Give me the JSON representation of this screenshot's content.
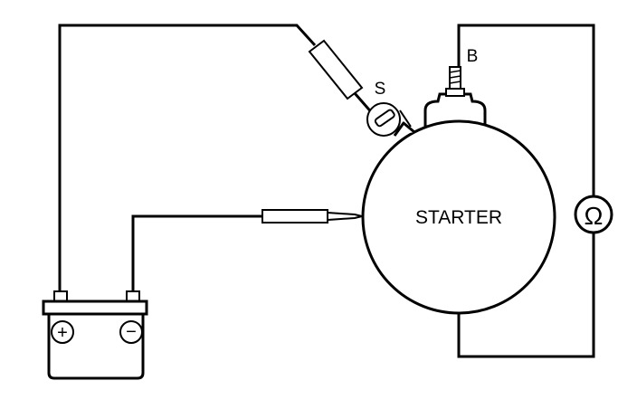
{
  "diagram": {
    "starter_label": "STARTER",
    "terminal_s_label": "S",
    "terminal_b_label": "B",
    "ohmmeter_symbol": "Ω",
    "battery_positive_symbol": "+",
    "battery_negative_symbol": "−"
  }
}
